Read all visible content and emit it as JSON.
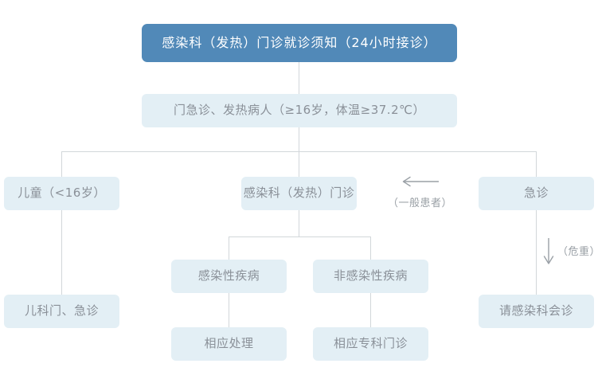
{
  "diagram": {
    "title_node": {
      "label": "感染科（发热）门诊就诊须知（24小时接诊）"
    },
    "nodes": [
      {
        "id": "intake",
        "label": "门急诊、发热病人（≥16岁，体温≥37.2℃）"
      },
      {
        "id": "children",
        "label": "儿童（<16岁）"
      },
      {
        "id": "fever-clinic",
        "label": "感染科（发热）门诊"
      },
      {
        "id": "emergency",
        "label": "急诊"
      },
      {
        "id": "infectious",
        "label": "感染性疾病"
      },
      {
        "id": "noninfectious",
        "label": "非感染性疾病"
      },
      {
        "id": "pediatrics",
        "label": "儿科门、急诊"
      },
      {
        "id": "treatment",
        "label": "相应处理"
      },
      {
        "id": "specialist",
        "label": "相应专科门诊"
      },
      {
        "id": "consult",
        "label": "请感染科会诊"
      }
    ],
    "annotations": [
      {
        "id": "general-patient",
        "label": "（一般患者）",
        "arrow": "arrow-left-icon"
      },
      {
        "id": "critical",
        "label": "（危重）",
        "arrow": "arrow-down-icon"
      }
    ],
    "colors": {
      "title_background": "#5189b8",
      "title_text": "#ffffff",
      "node_background": "#e3eff5",
      "node_text": "#8a9098",
      "connector": "#d2d7da",
      "annotation_text": "#9aa0a6",
      "canvas": "#ffffff"
    }
  }
}
